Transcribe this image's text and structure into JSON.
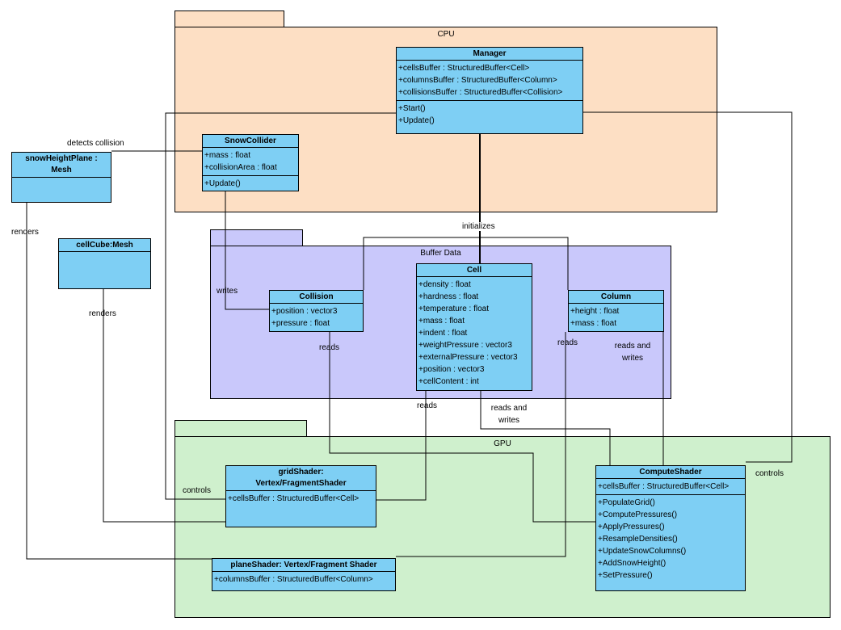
{
  "packages": {
    "cpu": "CPU",
    "buffer_data": "Buffer Data",
    "gpu": "GPU"
  },
  "classes": {
    "manager": {
      "name": "Manager",
      "attributes": [
        "+cellsBuffer : StructuredBuffer<Cell>",
        "+columnsBuffer : StructuredBuffer<Column>",
        "+collisionsBuffer : StructuredBuffer<Collision>"
      ],
      "operations": [
        "+Start()",
        "+Update()"
      ]
    },
    "snow_collider": {
      "name": "SnowCollider",
      "attributes": [
        "+mass : float",
        "+collisionArea : float"
      ],
      "operations": [
        "+Update()"
      ]
    },
    "snow_height_plane": {
      "name_line1": "snowHeightPlane :",
      "name_line2": "Mesh"
    },
    "cell_cube": {
      "name": "cellCube:Mesh"
    },
    "collision": {
      "name": "Collision",
      "attributes": [
        "+position : vector3",
        "+pressure : float"
      ]
    },
    "cell": {
      "name": "Cell",
      "attributes": [
        "+density : float",
        "+hardness : float",
        "+temperature : float",
        "+mass : float",
        "+indent : float",
        "+weightPressure : vector3",
        "+externalPressure : vector3",
        "+position : vector3",
        "+cellContent : int"
      ]
    },
    "column": {
      "name": "Column",
      "attributes": [
        "+height : float",
        "+mass : float"
      ]
    },
    "grid_shader": {
      "name_line1": "gridShader:",
      "name_line2": "Vertex/FragmentShader",
      "attributes": [
        "+cellsBuffer : StructuredBuffer<Cell>"
      ]
    },
    "compute_shader": {
      "name": "ComputeShader",
      "attributes": [
        "+cellsBuffer : StructuredBuffer<Cell>"
      ],
      "operations": [
        "+PopulateGrid()",
        "+ComputePressures()",
        "+ApplyPressures()",
        "+ResampleDensities()",
        "+UpdateSnowColumns()",
        "+AddSnowHeight()",
        "+SetPressure()"
      ]
    },
    "plane_shader": {
      "name": "planeShader: Vertex/Fragment Shader",
      "attributes": [
        "+columnsBuffer : StructuredBuffer<Column>"
      ]
    }
  },
  "labels": {
    "detects_collision": "detects collision",
    "renders_plane": "renders",
    "renders_cube": "renders",
    "initializes": "initializes",
    "writes": "writes",
    "reads_collision": "reads",
    "reads_cell": "reads",
    "reads_column": "reads",
    "reads_and_writes_column_1": "reads and",
    "reads_and_writes_column_2": "writes",
    "reads_and_writes_cell_1": "reads and",
    "reads_and_writes_cell_2": "writes",
    "controls_left": "controls",
    "controls_right": "controls"
  },
  "colors": {
    "cpu_package": "#fddfc4",
    "buffer_package": "#c9c8fb",
    "gpu_package": "#cff0cd",
    "class_fill": "#7ecff4"
  }
}
